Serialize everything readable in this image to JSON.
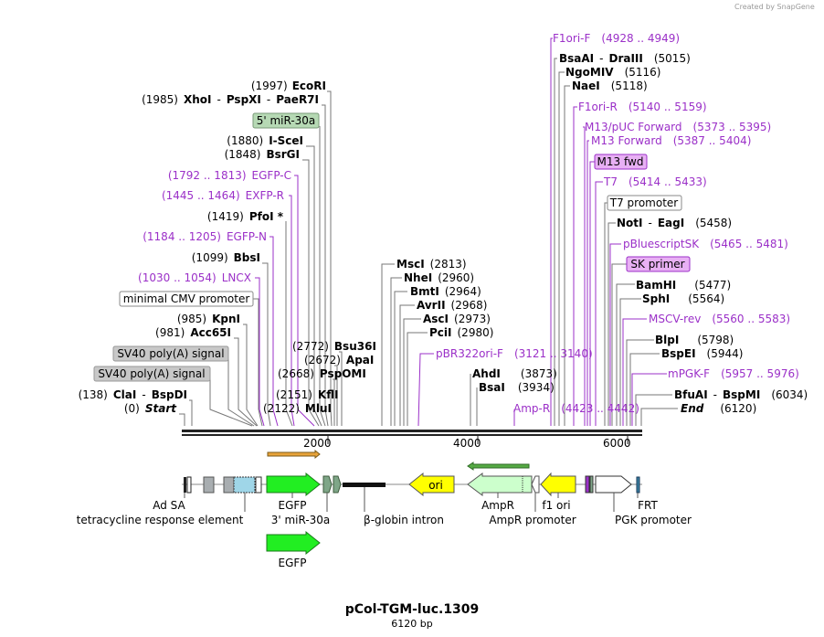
{
  "credit": "Created by SnapGene",
  "title": "pCol-TGM-luc.1309",
  "size_label": "6120 bp",
  "ruler_ticks": [
    "2000",
    "4000",
    "6000"
  ],
  "sites": [
    {
      "id": "s1",
      "pos": "(1997)",
      "names": [
        "EcoRI"
      ]
    },
    {
      "id": "s2",
      "pos": "(1985)",
      "names": [
        "XhoI",
        "PspXI",
        "PaeR7I"
      ]
    },
    {
      "id": "s4",
      "pos": "(1880)",
      "names": [
        "I-SceI"
      ]
    },
    {
      "id": "s5",
      "pos": "(1848)",
      "names": [
        "BsrGI"
      ]
    },
    {
      "id": "s7",
      "pos": "(1419)",
      "names": [
        "PfoI *"
      ]
    },
    {
      "id": "s9",
      "pos": "(1099)",
      "names": [
        "BbsI"
      ]
    },
    {
      "id": "s12",
      "pos": "(985)",
      "names": [
        "KpnI"
      ]
    },
    {
      "id": "s13",
      "pos": "(981)",
      "names": [
        "Acc65I"
      ]
    },
    {
      "id": "s16",
      "pos": "(138)",
      "names": [
        "ClaI",
        "BspDI"
      ]
    },
    {
      "id": "s17",
      "pos": "(0)",
      "names": [
        "Start"
      ],
      "italic": true
    },
    {
      "id": "m1",
      "pos": "(2813)",
      "names": [
        "MscI"
      ],
      "after": true
    },
    {
      "id": "m2",
      "pos": "(2960)",
      "names": [
        "NheI"
      ],
      "after": true
    },
    {
      "id": "m3",
      "pos": "(2964)",
      "names": [
        "BmtI"
      ],
      "after": true
    },
    {
      "id": "m4",
      "pos": "(2968)",
      "names": [
        "AvrII"
      ],
      "after": true
    },
    {
      "id": "m5",
      "pos": "(2973)",
      "names": [
        "AscI"
      ],
      "after": true
    },
    {
      "id": "m6",
      "pos": "(2980)",
      "names": [
        "PciI"
      ],
      "after": true
    },
    {
      "id": "c1",
      "pos": "(2772)",
      "names": [
        "Bsu36I"
      ]
    },
    {
      "id": "c2",
      "pos": "(2672)",
      "names": [
        "ApaI"
      ]
    },
    {
      "id": "c3",
      "pos": "(2668)",
      "names": [
        "PspOMI"
      ]
    },
    {
      "id": "c4",
      "pos": "(2151)",
      "names": [
        "KflI"
      ]
    },
    {
      "id": "c5",
      "pos": "(2122)",
      "names": [
        "MluI"
      ]
    },
    {
      "id": "r1",
      "pos": "(3873)",
      "names": [
        "AhdI"
      ]
    },
    {
      "id": "r2",
      "pos": "(3934)",
      "names": [
        "BsaI"
      ]
    },
    {
      "id": "t2",
      "pos": "(5015)",
      "names": [
        "BsaAI",
        "DraIII"
      ],
      "after": true
    },
    {
      "id": "t3",
      "pos": "(5116)",
      "names": [
        "NgoMIV"
      ],
      "after": true
    },
    {
      "id": "t4",
      "pos": "(5118)",
      "names": [
        "NaeI"
      ],
      "after": true
    },
    {
      "id": "t10",
      "pos": "(5458)",
      "names": [
        "NotI",
        "EagI"
      ],
      "after": true
    },
    {
      "id": "t13",
      "pos": "(5477)",
      "names": [
        "BamHI"
      ],
      "after": true
    },
    {
      "id": "t14",
      "pos": "(5564)",
      "names": [
        "SphI"
      ],
      "after": true
    },
    {
      "id": "t16",
      "pos": "(5798)",
      "names": [
        "BlpI"
      ],
      "after": true
    },
    {
      "id": "t17",
      "pos": "(5944)",
      "names": [
        "BspEI"
      ],
      "after": true
    },
    {
      "id": "t19",
      "pos": "(6034)",
      "names": [
        "BfuAI",
        "BspMI"
      ],
      "after": true
    },
    {
      "id": "t20",
      "pos": "(6120)",
      "names": [
        "End"
      ],
      "italic": true,
      "after": true
    }
  ],
  "primers": [
    {
      "id": "p6",
      "name": "EGFP-C",
      "range": "(1792 .. 1813)"
    },
    {
      "id": "p7",
      "name": "EXFP-R",
      "range": "(1445 .. 1464)"
    },
    {
      "id": "p8",
      "name": "EGFP-N",
      "range": "(1184 .. 1205)"
    },
    {
      "id": "p10",
      "name": "LNCX",
      "range": "(1030 .. 1054)"
    },
    {
      "id": "pb",
      "name": "pBR322ori-F",
      "range": "(3121 .. 3140)"
    },
    {
      "id": "pa",
      "name": "Amp-R",
      "range": "(4423 .. 4442)"
    },
    {
      "id": "t1",
      "name": "F1ori-F",
      "range": "(4928 .. 4949)"
    },
    {
      "id": "t5",
      "name": "F1ori-R",
      "range": "(5140 .. 5159)"
    },
    {
      "id": "t6",
      "name": "M13/pUC Forward",
      "range": "(5373 .. 5395)"
    },
    {
      "id": "t7",
      "name": "M13 Forward",
      "range": "(5387 .. 5404)"
    },
    {
      "id": "t8",
      "name": "T7",
      "range": "(5414 .. 5433)"
    },
    {
      "id": "t12",
      "name": "pBluescriptSK",
      "range": "(5465 .. 5481)"
    },
    {
      "id": "t15",
      "name": "MSCV-rev",
      "range": "(5560 .. 5583)"
    },
    {
      "id": "t18",
      "name": "mPGK-F",
      "range": "(5957 .. 5976)"
    }
  ],
  "boxed_labels": [
    {
      "id": "b3",
      "text": "5' miR-30a",
      "style": "green"
    },
    {
      "id": "b11",
      "text": "minimal CMV promoter",
      "style": "white"
    },
    {
      "id": "b14",
      "text": "SV40 poly(A) signal",
      "style": "gray"
    },
    {
      "id": "b15",
      "text": "SV40 poly(A) signal",
      "style": "gray"
    },
    {
      "id": "t7b",
      "text": "M13 fwd",
      "style": "purple"
    },
    {
      "id": "t9b",
      "text": "T7 promoter",
      "style": "white"
    },
    {
      "id": "t12b",
      "text": "SK primer",
      "style": "purple"
    }
  ],
  "features": [
    {
      "id": "f1",
      "text": "Ad SA"
    },
    {
      "id": "f2",
      "text": "tetracycline response element"
    },
    {
      "id": "f3",
      "text": "EGFP"
    },
    {
      "id": "f4",
      "text": "3' miR-30a"
    },
    {
      "id": "f5",
      "text": "β-globin intron"
    },
    {
      "id": "f6",
      "text": "AmpR"
    },
    {
      "id": "f7",
      "text": "AmpR promoter"
    },
    {
      "id": "f8",
      "text": "f1 ori"
    },
    {
      "id": "f9",
      "text": "FRT"
    },
    {
      "id": "f10",
      "text": "PGK promoter"
    },
    {
      "id": "f11",
      "text": "EGFP"
    },
    {
      "id": "f12",
      "text": "ori"
    }
  ],
  "colors": {
    "primer": "#9b30c8",
    "egfp": "#22ee22",
    "ori_yellow": "#ffff00",
    "ampr": "#ccffcc",
    "misc_gray": "#a8adb0",
    "mir_green": "#7fa688",
    "label_green": "#b6d9b4",
    "label_gray": "#c8c8c8",
    "label_purple": "#e8b0f4"
  }
}
